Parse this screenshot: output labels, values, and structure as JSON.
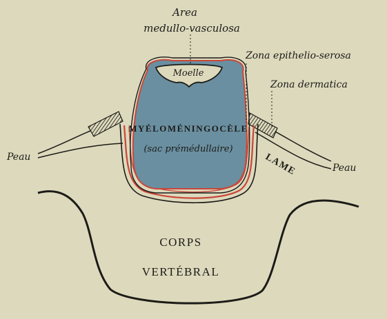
{
  "colors": {
    "paper": "#ddd9bc",
    "ink": "#1b1b18",
    "sac_fill": "#6a8fa0",
    "serosa_red": "#c9463a",
    "dermal_hatch": "#3a3a32"
  },
  "labels": {
    "area_line1": "Area",
    "area_line2": "medullo-vasculosa",
    "zona_epithelio": "Zona epithelio-serosa",
    "zona_dermatica": "Zona dermatica",
    "moelle": "Moelle",
    "sac_title": "MYÉLOMÉNINGOCÈLE",
    "sac_subtitle": "(sac prémédullaire)",
    "peau_left": "Peau",
    "peau_right": "Peau",
    "lame": "LAME",
    "corps_line1": "CORPS",
    "corps_line2": "VERTÉBRAL"
  }
}
